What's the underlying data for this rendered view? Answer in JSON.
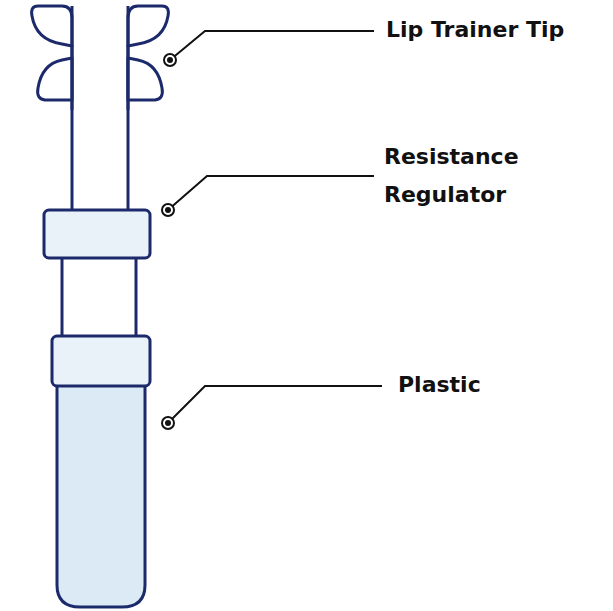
{
  "diagram": {
    "labels": [
      "Lip Trainer Tip",
      "Resistance Regulator",
      "Plastic"
    ]
  }
}
